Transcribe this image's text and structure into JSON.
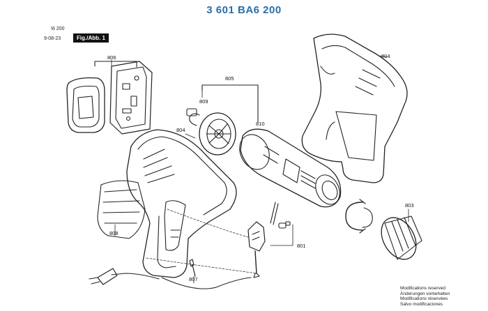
{
  "header": {
    "part_number": "3 601 BA6 200"
  },
  "meta": {
    "line1": "\\6 200",
    "line2": "9-08-23",
    "fig_label": "Fig./Abb. 1"
  },
  "callouts": {
    "c806": "806",
    "c805": "805",
    "c804a": "804",
    "c804b": "804",
    "c809": "809",
    "c810": "810",
    "c803": "803",
    "c808": "808",
    "c801": "801",
    "c807": "807"
  },
  "notes": {
    "line1": "Modifications reserved",
    "line2": "Änderungen vorbehalten",
    "line3": "Modifications réservées",
    "line4": "Salvo modificaciones"
  },
  "colors": {
    "header": "#2a6ea8",
    "line": "#222222"
  }
}
